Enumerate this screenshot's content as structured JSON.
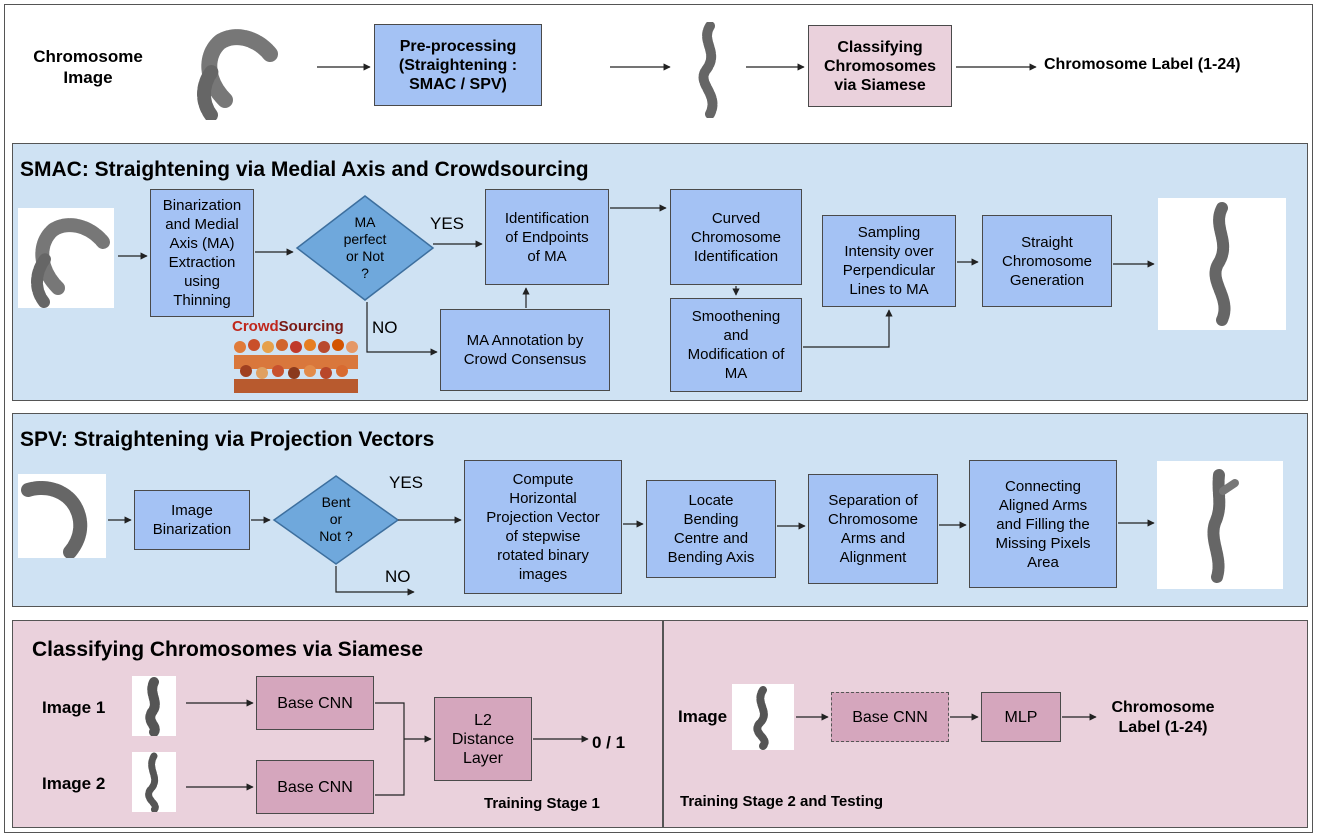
{
  "top_row": {
    "input_label": "Chromosome\nImage",
    "preprocessing": "Pre-processing\n(Straightening :\nSMAC / SPV)",
    "classifying": "Classifying\nChromosomes\nvia Siamese",
    "output_label": "Chromosome Label (1-24)"
  },
  "smac": {
    "title": "SMAC: Straightening via Medial Axis and Crowdsourcing",
    "binarization": "Binarization\nand Medial\nAxis (MA)\nExtraction\nusing\nThinning",
    "decision": "MA\nperfect\nor Not\n?",
    "yes": "YES",
    "no": "NO",
    "endpoints": "Identification\nof Endpoints\nof MA",
    "curved": "Curved\nChromosome\nIdentification",
    "smoothening": "Smoothening\nand\nModification of\nMA",
    "sampling": "Sampling\nIntensity over\nPerpendicular\nLines to MA",
    "straight": "Straight\nChromosome\nGeneration",
    "annotation": "MA Annotation by\nCrowd Consensus",
    "crowd_logo_a": "Crowd",
    "crowd_logo_b": "Sourcing"
  },
  "spv": {
    "title": "SPV: Straightening via Projection Vectors",
    "binarization": "Image\nBinarization",
    "decision": "Bent\nor\nNot ?",
    "yes": "YES",
    "no": "NO",
    "projection": "Compute\nHorizontal\nProjection Vector\nof stepwise\nrotated binary\nimages",
    "locate": "Locate\nBending\nCentre and\nBending Axis",
    "separation": "Separation of\nChromosome\nArms and\nAlignment",
    "connecting": "Connecting\nAligned Arms\nand Filling the\nMissing Pixels\nArea"
  },
  "siamese": {
    "title": "Classifying Chromosomes via Siamese",
    "image1": "Image 1",
    "image2": "Image 2",
    "base_cnn_1": "Base CNN",
    "base_cnn_2": "Base CNN",
    "l2": "L2\nDistance\nLayer",
    "output": "0 / 1",
    "stage1": "Training Stage 1",
    "image": "Image",
    "base_cnn_3": "Base CNN",
    "mlp": "MLP",
    "label": "Chromosome\nLabel (1-24)",
    "stage2": "Training Stage 2 and Testing"
  },
  "colors": {
    "process_box": "#a4c2f4",
    "classify_box": "#ead1dc",
    "cnn_box": "#d5a6bd",
    "panel_blue": "#cfe2f3",
    "panel_pink": "#ead1dc",
    "diamond": "#6fa8dc"
  }
}
